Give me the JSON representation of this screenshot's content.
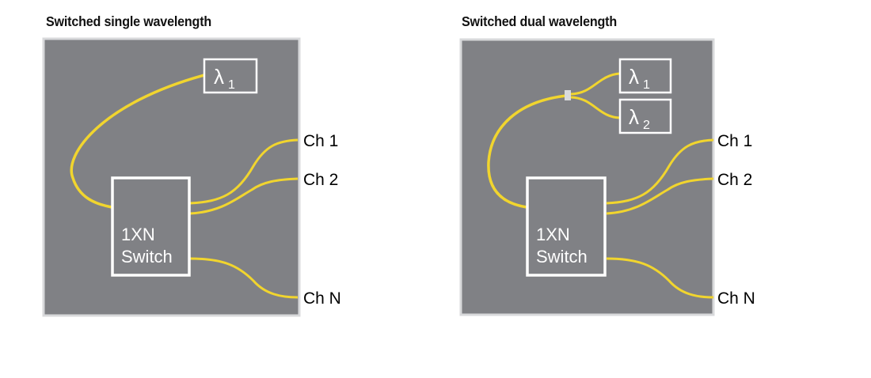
{
  "diagrams": [
    {
      "title": "Switched single wavelength",
      "sources": [
        {
          "symbol": "λ",
          "subscript": "1"
        }
      ],
      "splitter": false,
      "switch": {
        "line1": "1XN",
        "line2": "Switch"
      },
      "channels": [
        "Ch 1",
        "Ch 2",
        "Ch N"
      ]
    },
    {
      "title": "Switched dual wavelength",
      "sources": [
        {
          "symbol": "λ",
          "subscript": "1"
        },
        {
          "symbol": "λ",
          "subscript": "2"
        }
      ],
      "splitter": true,
      "switch": {
        "line1": "1XN",
        "line2": "Switch"
      },
      "channels": [
        "Ch 1",
        "Ch 2",
        "Ch N"
      ]
    }
  ],
  "colors": {
    "background": "#808185",
    "frame": "#d8d9db",
    "fiber": "#f1d52e",
    "box_stroke": "#ffffff",
    "splitter": "#d9dadc",
    "channel_label": "#000000"
  }
}
